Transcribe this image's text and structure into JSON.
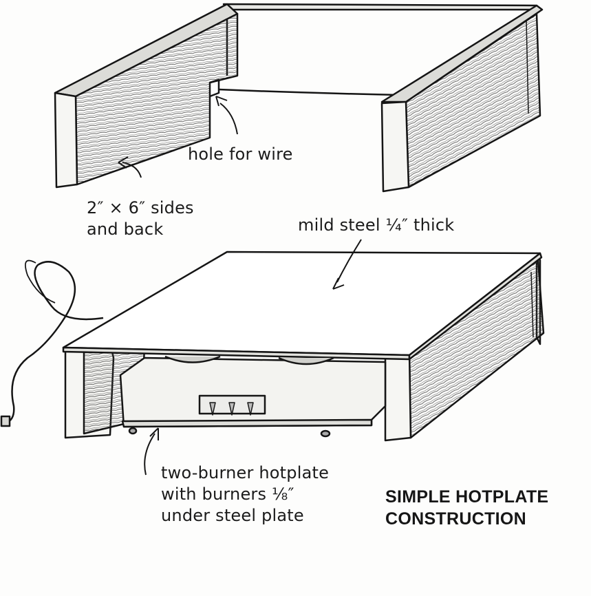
{
  "labels": {
    "hole_for_wire": "hole for wire",
    "sides_line1": "2″ × 6″ sides",
    "sides_line2": "and back",
    "steel": "mild steel ¼″ thick",
    "hotplate_line1": "two-burner hotplate",
    "hotplate_line2": "with burners ⅛″",
    "hotplate_line3": "under steel plate"
  },
  "caption": {
    "line1": "SIMPLE HOTPLATE",
    "line2": "CONSTRUCTION"
  }
}
